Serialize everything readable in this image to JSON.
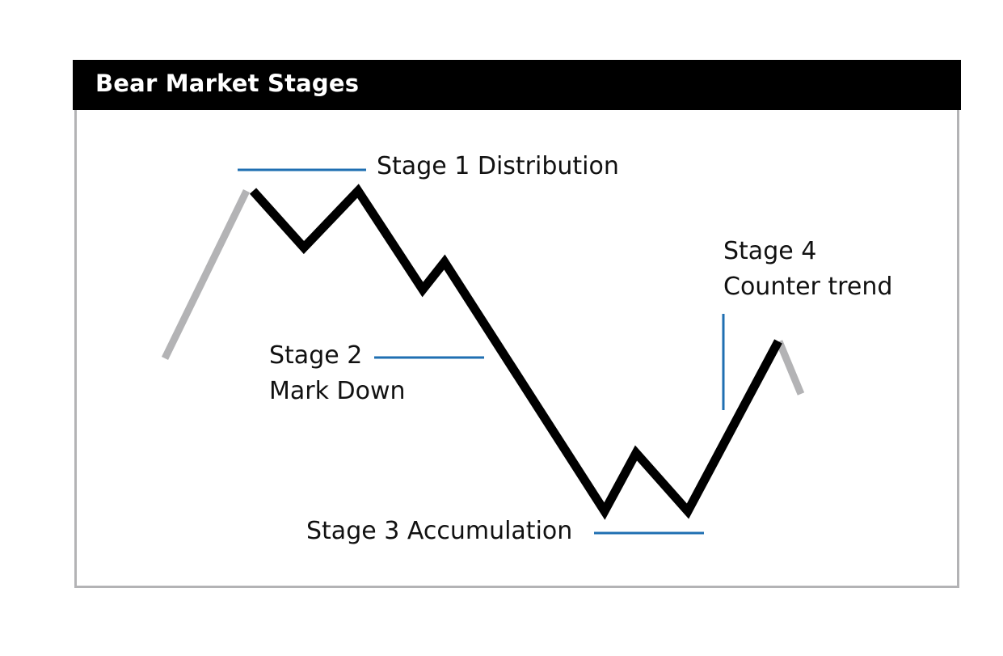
{
  "title": "Bear Market Stages",
  "colors": {
    "main_line": "#000000",
    "context_line": "#b3b3b5",
    "marker": "#1f6fb2",
    "frame": "#b3b3b5",
    "title_bar": "#000000"
  },
  "stages": [
    {
      "label": "Stage 1 Distribution"
    },
    {
      "label_line1": "Stage 2",
      "label_line2": "Mark Down"
    },
    {
      "label": "Stage 3 Accumulation"
    },
    {
      "label_line1": "Stage 4",
      "label_line2": "Counter trend"
    }
  ]
}
